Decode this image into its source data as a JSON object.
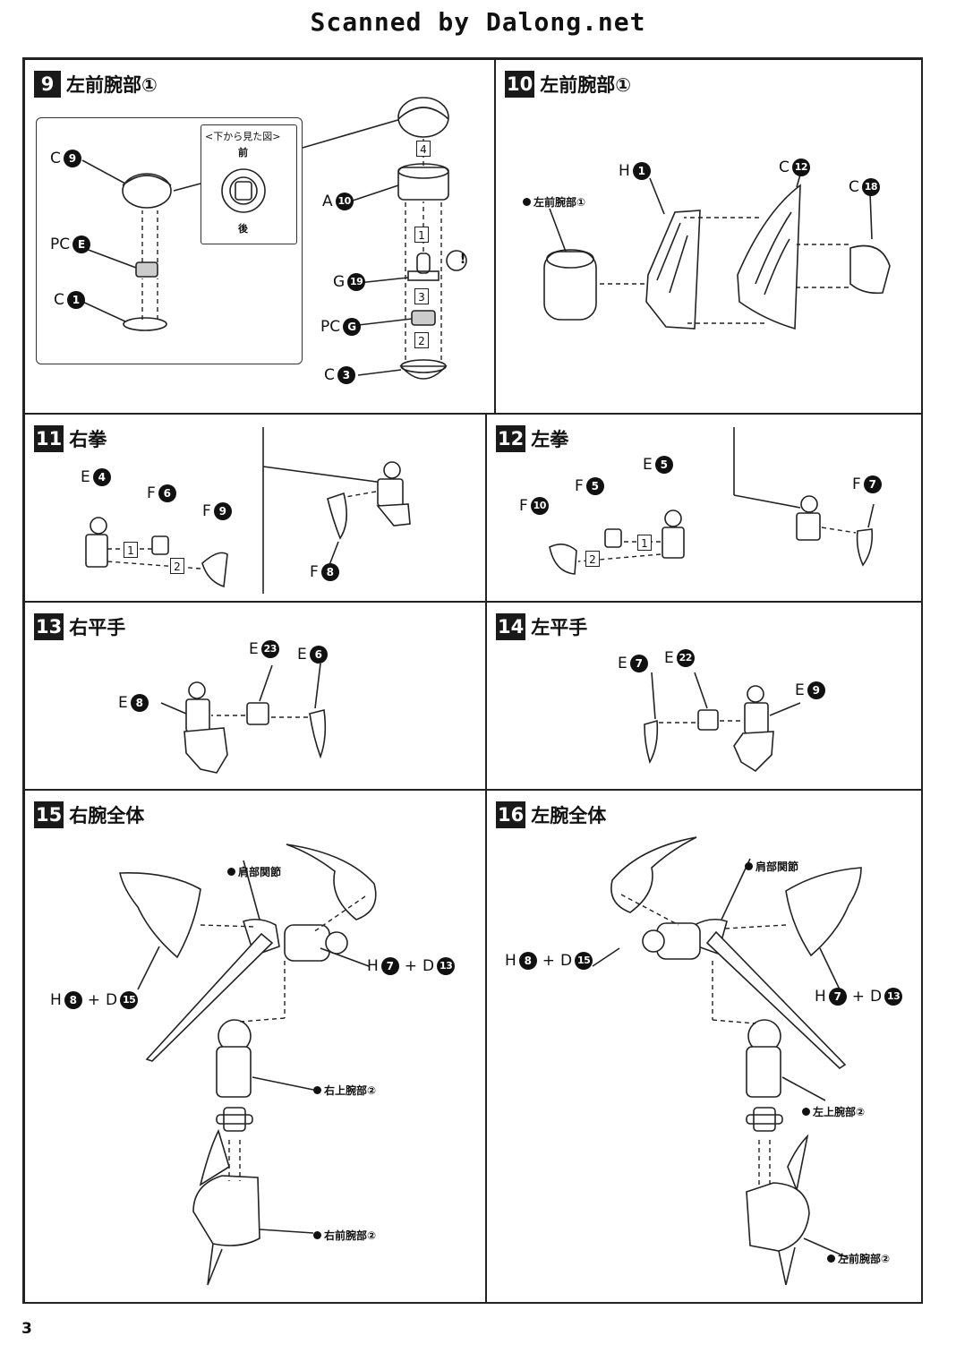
{
  "header": "Scanned by Dalong.net",
  "page_number": "3",
  "sections": [
    {
      "num": "9",
      "title": "左前腕部①",
      "inset": {
        "caption": "<下から見た図>",
        "front": "前",
        "back": "後"
      },
      "parts": [
        {
          "l": "C",
          "n": "9"
        },
        {
          "l": "PC",
          "n": "E"
        },
        {
          "l": "C",
          "n": "1"
        },
        {
          "l": "A",
          "n": "10"
        },
        {
          "l": "G",
          "n": "19"
        },
        {
          "l": "PC",
          "n": "G"
        },
        {
          "l": "C",
          "n": "3"
        }
      ],
      "steps": [
        "4",
        "1",
        "3",
        "2"
      ],
      "caution": "!"
    },
    {
      "num": "10",
      "title": "左前腕部①",
      "parts": [
        {
          "l": "H",
          "n": "1"
        },
        {
          "l": "C",
          "n": "12"
        },
        {
          "l": "C",
          "n": "18"
        }
      ],
      "notes": [
        "左前腕部①"
      ]
    },
    {
      "num": "11",
      "title": "右拳",
      "parts": [
        {
          "l": "E",
          "n": "4"
        },
        {
          "l": "F",
          "n": "6"
        },
        {
          "l": "F",
          "n": "9"
        },
        {
          "l": "F",
          "n": "8"
        }
      ],
      "steps": [
        "1",
        "2"
      ]
    },
    {
      "num": "12",
      "title": "左拳",
      "parts": [
        {
          "l": "E",
          "n": "5"
        },
        {
          "l": "F",
          "n": "5"
        },
        {
          "l": "F",
          "n": "7"
        },
        {
          "l": "F",
          "n": "10"
        }
      ],
      "steps": [
        "1",
        "2"
      ]
    },
    {
      "num": "13",
      "title": "右平手",
      "parts": [
        {
          "l": "E",
          "n": "23"
        },
        {
          "l": "E",
          "n": "6"
        },
        {
          "l": "E",
          "n": "8"
        }
      ]
    },
    {
      "num": "14",
      "title": "左平手",
      "parts": [
        {
          "l": "E",
          "n": "7"
        },
        {
          "l": "E",
          "n": "22"
        },
        {
          "l": "E",
          "n": "9"
        }
      ]
    },
    {
      "num": "15",
      "title": "右腕全体",
      "parts": [
        {
          "l": "H",
          "n": "7",
          "p": "+",
          "l2": "D",
          "n2": "13"
        },
        {
          "l": "H",
          "n": "8",
          "p": "+",
          "l2": "D",
          "n2": "15"
        }
      ],
      "notes": [
        "肩部関節",
        "右上腕部②",
        "右前腕部②"
      ]
    },
    {
      "num": "16",
      "title": "左腕全体",
      "parts": [
        {
          "l": "H",
          "n": "8",
          "p": "+",
          "l2": "D",
          "n2": "15"
        },
        {
          "l": "H",
          "n": "7",
          "p": "+",
          "l2": "D",
          "n2": "13"
        }
      ],
      "notes": [
        "肩部関節",
        "左上腕部②",
        "左前腕部②"
      ]
    }
  ]
}
